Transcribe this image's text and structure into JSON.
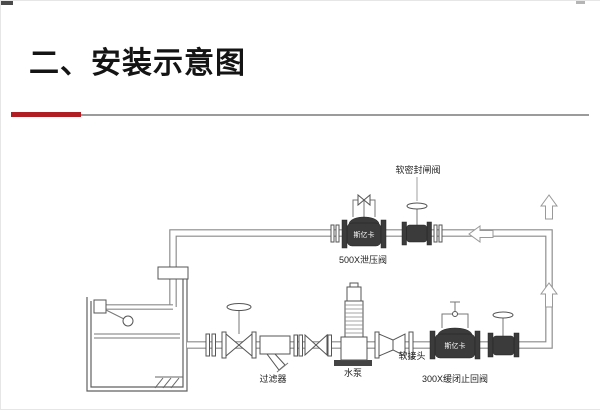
{
  "page": {
    "title": "二、安装示意图",
    "accent_color": "#b01e23",
    "divider_color": "#9b9b9b"
  },
  "diagram": {
    "labels": {
      "soft_seal_gate_valve": "软密封闸阀",
      "relief_valve": "500X泄压阀",
      "brand_relief_valve": "斯亿卡",
      "strainer": "过滤器",
      "pump": "水泵",
      "flexible_joint": "软接头",
      "brand_check_valve": "斯亿卡",
      "check_valve": "300X缓闭止回阀"
    },
    "icons": {
      "flow_direction_left": "left-outline-arrow",
      "flow_direction_up": "up-outline-arrow"
    }
  }
}
